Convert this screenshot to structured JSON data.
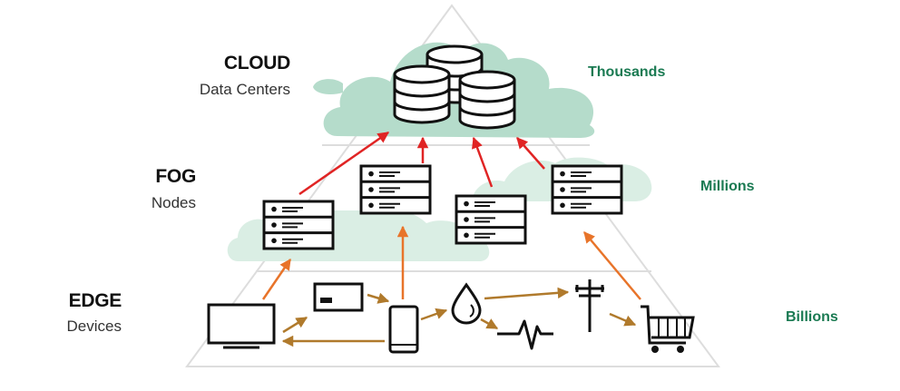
{
  "tiers": {
    "cloud": {
      "title": "CLOUD",
      "subtitle": "Data Centers",
      "count": "Thousands"
    },
    "fog": {
      "title": "FOG",
      "subtitle": "Nodes",
      "count": "Millions"
    },
    "edge": {
      "title": "EDGE",
      "subtitle": "Devices",
      "count": "Billions"
    }
  },
  "colors": {
    "cloud_fill": "#b5dccb",
    "fog_fill": "#daeee4",
    "count_text": "#1a7a52",
    "cloud_link": "#e02424",
    "fog_link": "#e8742a",
    "edge_link": "#b07a2c",
    "outline": "#111111",
    "pyramid": "#dddddd"
  },
  "icons": [
    "database-icon",
    "server-icon",
    "monitor-icon",
    "card-icon",
    "smartphone-icon",
    "water-drop-icon",
    "heartbeat-icon",
    "utility-pole-icon",
    "shopping-cart-icon"
  ]
}
